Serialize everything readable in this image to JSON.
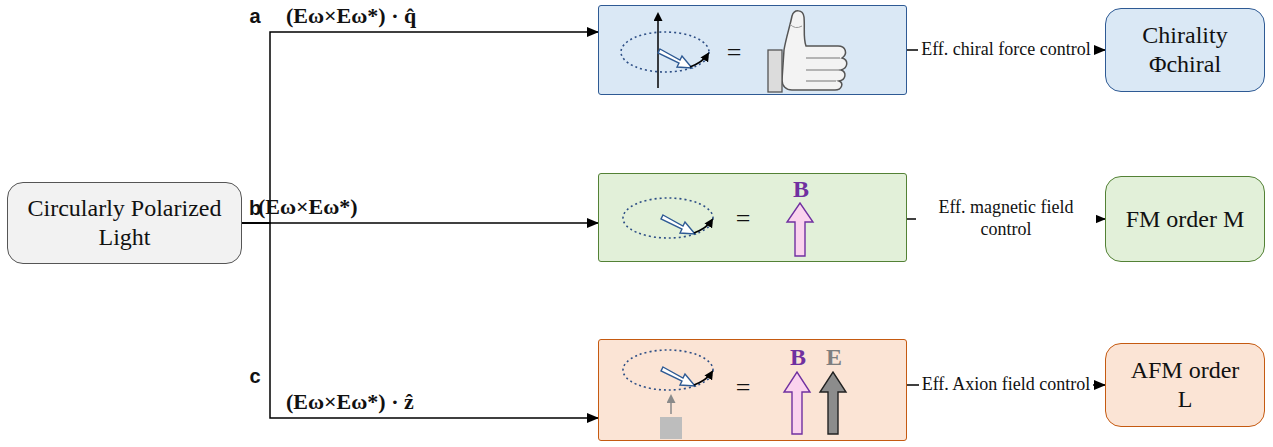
{
  "diagram": {
    "nodes": [
      {
        "text": [
          "Circularly Polarized Light"
        ]
      },
      {
        "text": [
          "="
        ]
      },
      {
        "text": [
          "=",
          "B"
        ]
      },
      {
        "text": [
          "=",
          "B",
          "E"
        ]
      },
      {
        "text": [
          "Chirality Φchiral"
        ]
      },
      {
        "text": [
          "FM order M"
        ]
      },
      {
        "text": [
          "AFM order L"
        ]
      }
    ],
    "edges": [
      {
        "from": 0,
        "to": 1,
        "arrow": "to",
        "label": "(Eω×Eω*) · q̂"
      },
      {
        "from": 0,
        "to": 2,
        "arrow": "to",
        "label": "(Eω×Eω*)"
      },
      {
        "from": 0,
        "to": 3,
        "arrow": "to",
        "label": "(Eω×Eω*) · ẑ"
      },
      {
        "from": 1,
        "to": 4,
        "arrow": "to",
        "label": "Eff. chiral force control"
      },
      {
        "from": 2,
        "to": 5,
        "arrow": "to",
        "label": "Eff. magnetic field control"
      },
      {
        "from": 3,
        "to": 6,
        "arrow": "to",
        "label": "Eff. Axion field control"
      }
    ],
    "labels": [
      "a",
      "b",
      "c"
    ]
  }
}
